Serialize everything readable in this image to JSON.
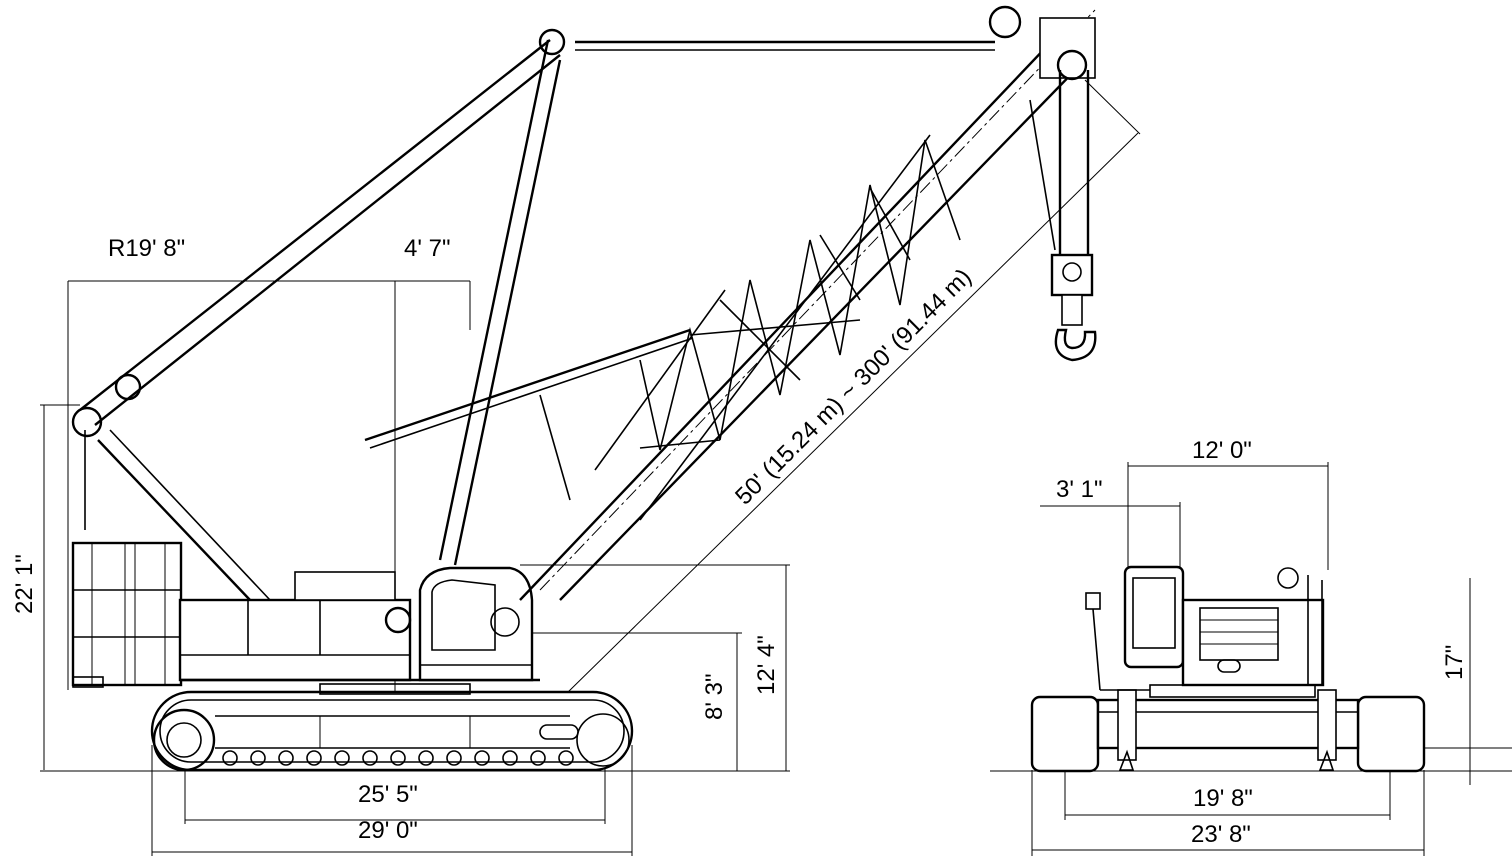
{
  "diagram": {
    "side_view": {
      "labels": {
        "tail_radius": "R19' 8\"",
        "boom_offset": "4' 7\"",
        "overall_height": "22' 1\"",
        "deck_height": "12' 4\"",
        "body_height": "8' 3\"",
        "tumbler_distance": "25' 5\"",
        "crawler_length": "29' 0\"",
        "boom_length": "50' (15.24 m) ~ 300' (91.44 m)"
      }
    },
    "rear_view": {
      "labels": {
        "overall_width_upper": "12' 0\"",
        "cab_width": "3' 1\"",
        "ground_clearance": "17\"",
        "track_gauge": "19' 8\"",
        "overall_width": "23' 8\""
      }
    }
  }
}
